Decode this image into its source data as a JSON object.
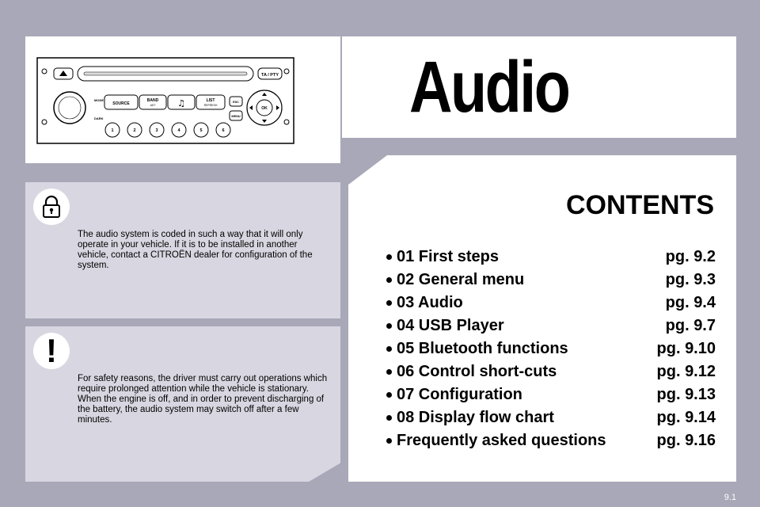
{
  "title": "Audio system",
  "radio": {
    "buttons": {
      "ta_pty": "TA / PTY",
      "mode": "MODE",
      "dark": "DARK",
      "source": "SOURCE",
      "band": "BAND",
      "band_sub": "AST",
      "list": "LIST",
      "list_sub": "REFRESH",
      "esc": "ESC",
      "menu": "MENU",
      "ok": "OK",
      "presets": [
        "1",
        "2",
        "3",
        "4",
        "5",
        "6"
      ]
    }
  },
  "notes": {
    "lock_icon": "lock-icon",
    "lock_text": "The audio system is coded in such a way that it will only operate in your vehicle. If it is to be installed in another vehicle, contact a CITROËN dealer for configuration of the system.",
    "warning_icon": "warning-icon",
    "warning_glyph": "!",
    "warning_text": "For safety reasons, the driver must carry out operations which require prolonged attention while the vehicle is stationary.\nWhen the engine is off, and in order to prevent discharging of the battery, the audio system may switch off after a few minutes."
  },
  "contents": {
    "title": "CONTENTS",
    "items": [
      {
        "label": "01 First steps",
        "page": "pg. 9.2"
      },
      {
        "label": "02 General menu",
        "page": "pg. 9.3"
      },
      {
        "label": "03 Audio",
        "page": "pg. 9.4"
      },
      {
        "label": "04 USB Player",
        "page": "pg. 9.7"
      },
      {
        "label": "05 Bluetooth functions",
        "page": "pg. 9.10"
      },
      {
        "label": "06 Control short-cuts",
        "page": "pg. 9.12"
      },
      {
        "label": "07 Configuration",
        "page": "pg. 9.13"
      },
      {
        "label": "08 Display flow chart",
        "page": "pg. 9.14"
      },
      {
        "label": "Frequently asked questions",
        "page": "pg. 9.16"
      }
    ]
  },
  "page_number": "9.1",
  "colors": {
    "background": "#a9a8b8",
    "panel_light": "#ffffff",
    "panel_grey": "#d8d6e0",
    "text": "#000000"
  }
}
